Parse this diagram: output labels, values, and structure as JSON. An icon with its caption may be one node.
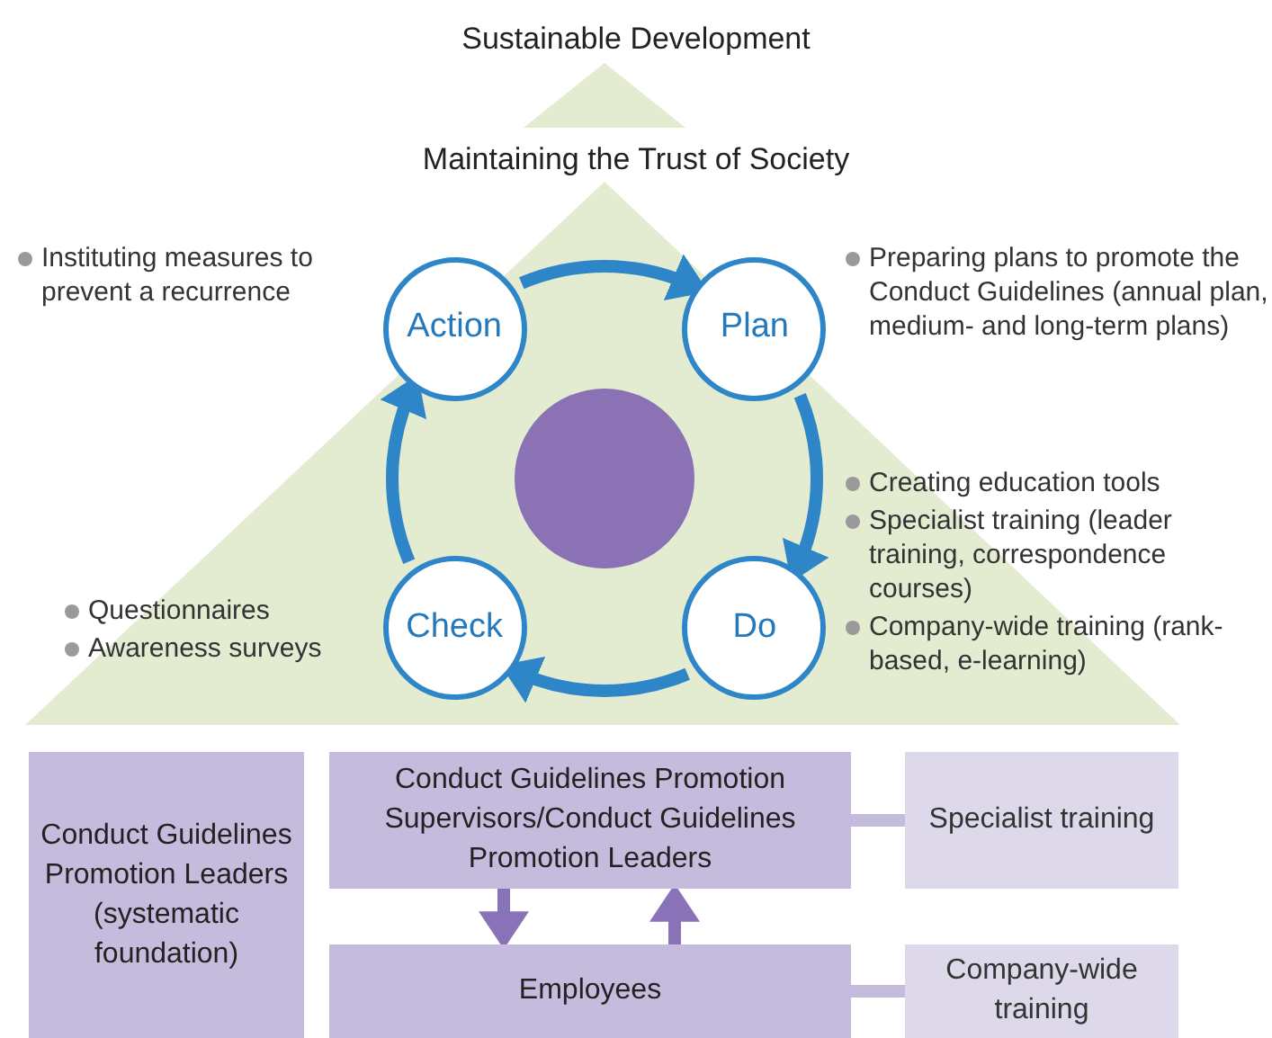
{
  "diagram": {
    "nodes": [
      {
        "text": [
          "Action"
        ],
        "beside": [
          "Instituting measures to prevent a recurrence"
        ]
      },
      {
        "text": [
          "Plan"
        ],
        "beside": [
          "Preparing plans to promote the Conduct Guidelines (annual plan, medium- and long-term plans)"
        ]
      },
      {
        "text": [
          "Do"
        ],
        "beside": [
          "Creating education tools",
          "Specialist training (leader training, correspondence courses)",
          "Company-wide training (rank-based, e-learning)"
        ]
      },
      {
        "text": [
          "Check"
        ],
        "beside": [
          "Questionnaires",
          "Awareness surveys"
        ]
      },
      {
        "text": [],
        "shape": "circle"
      },
      {
        "text": [
          "Conduct Guidelines Promotion Leaders (systematic foundation)"
        ]
      },
      {
        "text": [
          "Conduct Guidelines Promotion Supervisors/Conduct Guidelines Promotion Leaders"
        ]
      },
      {
        "text": [
          "Specialist training"
        ]
      },
      {
        "text": [
          "Employees"
        ]
      },
      {
        "text": [
          "Company-wide training"
        ]
      }
    ],
    "edges": [
      {
        "from": 0,
        "to": 1,
        "arrow": "to"
      },
      {
        "from": 1,
        "to": 2,
        "arrow": "to"
      },
      {
        "from": 2,
        "to": 3,
        "arrow": "to"
      },
      {
        "from": 3,
        "to": 0,
        "arrow": "to"
      },
      {
        "from": 6,
        "to": 8,
        "arrow": "to",
        "color": "#8a72b8"
      },
      {
        "from": 8,
        "to": 6,
        "arrow": "to",
        "color": "#8a72b8"
      },
      {
        "from": 6,
        "to": 7,
        "arrow": "none",
        "color": "#c5bbdc"
      },
      {
        "from": 8,
        "to": 9,
        "arrow": "none",
        "color": "#c5bbdc"
      }
    ],
    "labels": [
      "Sustainable Development",
      "Maintaining the Trust of Society"
    ]
  }
}
